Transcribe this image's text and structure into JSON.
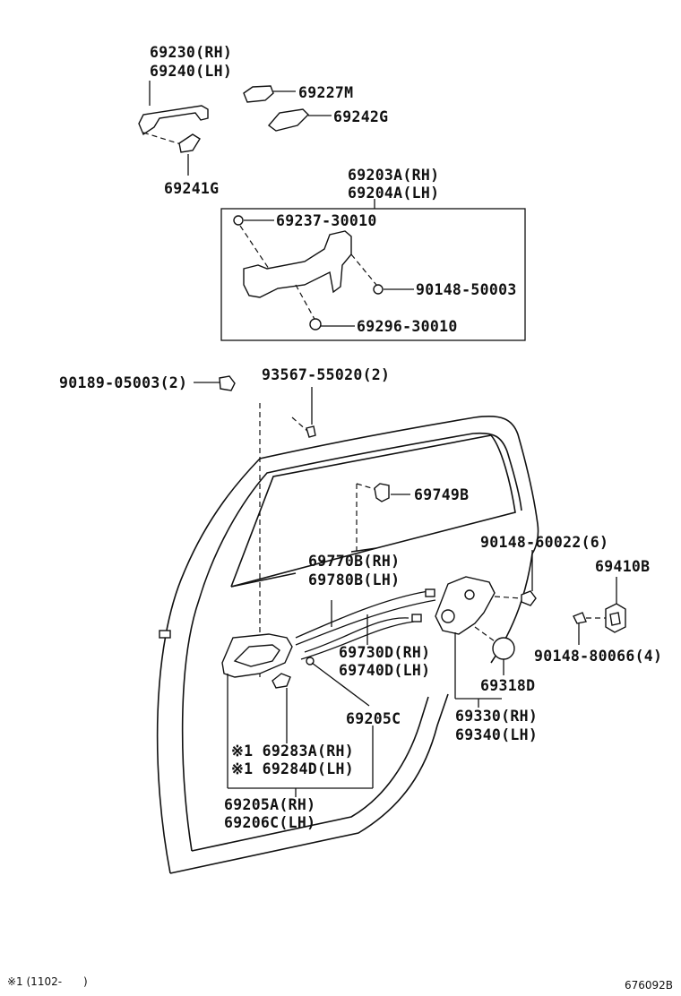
{
  "labels": {
    "p69230": "69230(RH)",
    "p69240": "69240(LH)",
    "p69227M": "69227M",
    "p69242G": "69242G",
    "p69241G": "69241G",
    "p69203A": "69203A(RH)",
    "p69204A": "69204A(LH)",
    "p69237": "69237-30010",
    "p90148_50003": "90148-50003",
    "p69296": "69296-30010",
    "p90189": "90189-05003(2)",
    "p93567": "93567-55020(2)",
    "p69749B": "69749B",
    "p90148_60022": "90148-60022(6)",
    "p69410B": "69410B",
    "p69770B": "69770B(RH)",
    "p69780B": "69780B(LH)",
    "p69730D": "69730D(RH)",
    "p69740D": "69740D(LH)",
    "p69318D": "69318D",
    "p90148_80066": "90148-80066(4)",
    "p69205C": "69205C",
    "p69330": "69330(RH)",
    "p69340": "69340(LH)",
    "p69283A": "※1 69283A(RH)",
    "p69284D": "※1 69284D(LH)",
    "p69205A": "69205A(RH)",
    "p69206C": "69206C(LH)"
  },
  "footer": {
    "note": "※1 (1102-　　)",
    "code": "676092B"
  }
}
